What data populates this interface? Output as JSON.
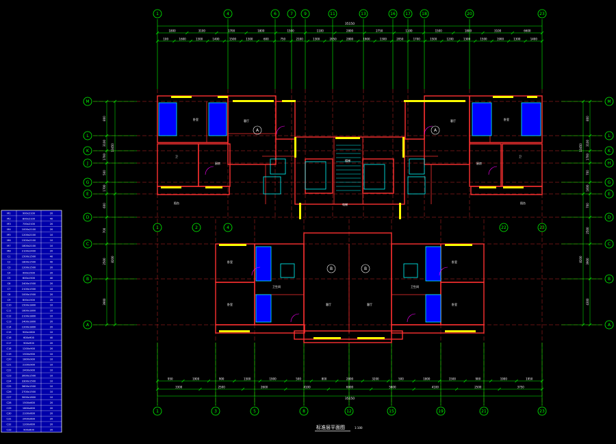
{
  "colors": {
    "background": "#000000",
    "axis": "#00ff00",
    "dim": "#ffffff",
    "wall": "#ff3030",
    "window": "#ffff00",
    "wet": "#0000ff",
    "fixture": "#00ffff",
    "label": "#ff00ff",
    "table_bg": "#0000aa"
  },
  "drawing": {
    "title": "标准层平面图",
    "scale": "1:100",
    "total_dim_top": "35150",
    "total_dim_bottom": "35150"
  },
  "axes": {
    "top_bubbles": [
      "1",
      "4",
      "6",
      "7",
      "9",
      "11",
      "13",
      "16",
      "17",
      "18",
      "20",
      "23"
    ],
    "bottom_bubbles": [
      "1",
      "3",
      "5",
      "8",
      "12",
      "15",
      "19",
      "21",
      "23"
    ],
    "mid_bubbles": [
      "1",
      "2",
      "4",
      "22",
      "23"
    ],
    "left_bubbles": [
      "M",
      "L",
      "K",
      "J",
      "G",
      "E",
      "D",
      "C",
      "B",
      "A"
    ],
    "right_bubbles": [
      "M",
      "L",
      "K",
      "H",
      "G",
      "E",
      "D",
      "C",
      "B",
      "A"
    ]
  },
  "dims": {
    "top_row1": [
      "1800",
      "3100",
      "1700",
      "1800",
      "1500",
      "1100",
      "2800",
      "2750",
      "1100",
      "1500",
      "1800",
      "3100",
      "6600"
    ],
    "top_row2": [
      "100",
      "1600",
      "1300",
      "1400",
      "1500",
      "1300",
      "600",
      "750",
      "2100",
      "1300",
      "2050",
      "2800",
      "1900",
      "1300",
      "2050",
      "1700",
      "1500",
      "1200",
      "1300",
      "1500",
      "1900",
      "1300",
      "1400"
    ],
    "bottom_row1": [
      "950",
      "1900",
      "900",
      "1500",
      "1900",
      "500",
      "800",
      "2800",
      "3200",
      "500",
      "1800",
      "1500",
      "900",
      "1900",
      "1950"
    ],
    "bottom_row2": [
      "3300",
      "2500",
      "2600",
      "4100",
      "6000",
      "5600",
      "4100",
      "2500",
      "3750"
    ],
    "left_side": [
      "800",
      "3100",
      "1700",
      "500",
      "1700",
      "600",
      "700",
      "2500",
      "3900",
      "4300"
    ],
    "right_side": [
      "800",
      "3100",
      "1700",
      "700",
      "1600",
      "700",
      "2500",
      "3900",
      "4300"
    ]
  },
  "rooms": {
    "A": "A",
    "B": "B",
    "bedroom": "卧室",
    "bath": "卫",
    "kitchen": "厨房",
    "living": "客厅",
    "toilet": "卫生间",
    "balcony": "阳台",
    "elevator": "电梯",
    "stair": "楼梯"
  },
  "legend_table": {
    "rows": [
      [
        "M1",
        "900x2100",
        "20"
      ],
      [
        "M2",
        "800x2100",
        "40"
      ],
      [
        "M3",
        "700x2100",
        "20"
      ],
      [
        "M4",
        "1000x2100",
        "20"
      ],
      [
        "M5",
        "1200x2100",
        "10"
      ],
      [
        "M6",
        "1500x2100",
        "10"
      ],
      [
        "M7",
        "1800x2100",
        "10"
      ],
      [
        "M8",
        "2100x2400",
        "20"
      ],
      [
        "C1",
        "1500x1500",
        "40"
      ],
      [
        "C2",
        "1800x1500",
        "40"
      ],
      [
        "C3",
        "1200x1500",
        "20"
      ],
      [
        "C4",
        "900x1500",
        "20"
      ],
      [
        "C5",
        "600x1500",
        "40"
      ],
      [
        "C6",
        "2400x1500",
        "20"
      ],
      [
        "C7",
        "2100x1500",
        "10"
      ],
      [
        "C8",
        "1000x1500",
        "20"
      ],
      [
        "C9",
        "800x1500",
        "20"
      ],
      [
        "C10",
        "1500x1800",
        "10"
      ],
      [
        "C11",
        "1800x1800",
        "10"
      ],
      [
        "C12",
        "2100x1800",
        "10"
      ],
      [
        "C13",
        "2400x1800",
        "20"
      ],
      [
        "C14",
        "1200x1800",
        "20"
      ],
      [
        "C15",
        "900x1800",
        "10"
      ],
      [
        "C16",
        "600x900",
        "40"
      ],
      [
        "C17",
        "900x900",
        "20"
      ],
      [
        "C18",
        "1200x900",
        "20"
      ],
      [
        "C19",
        "1500x900",
        "10"
      ],
      [
        "C20",
        "1800x900",
        "10"
      ],
      [
        "C21",
        "2100x900",
        "10"
      ],
      [
        "C22",
        "2400x900",
        "10"
      ],
      [
        "C23",
        "3000x1500",
        "10"
      ],
      [
        "C24",
        "3300x1500",
        "10"
      ],
      [
        "C25",
        "3600x1500",
        "10"
      ],
      [
        "C26",
        "2700x1500",
        "10"
      ],
      [
        "C27",
        "3000x1800",
        "10"
      ],
      [
        "C28",
        "1500x600",
        "20"
      ],
      [
        "C29",
        "1800x600",
        "20"
      ],
      [
        "C30",
        "2100x600",
        "20"
      ],
      [
        "C31",
        "2400x600",
        "20"
      ],
      [
        "C32",
        "1200x600",
        "20"
      ],
      [
        "C33",
        "900x600",
        "20"
      ]
    ]
  }
}
